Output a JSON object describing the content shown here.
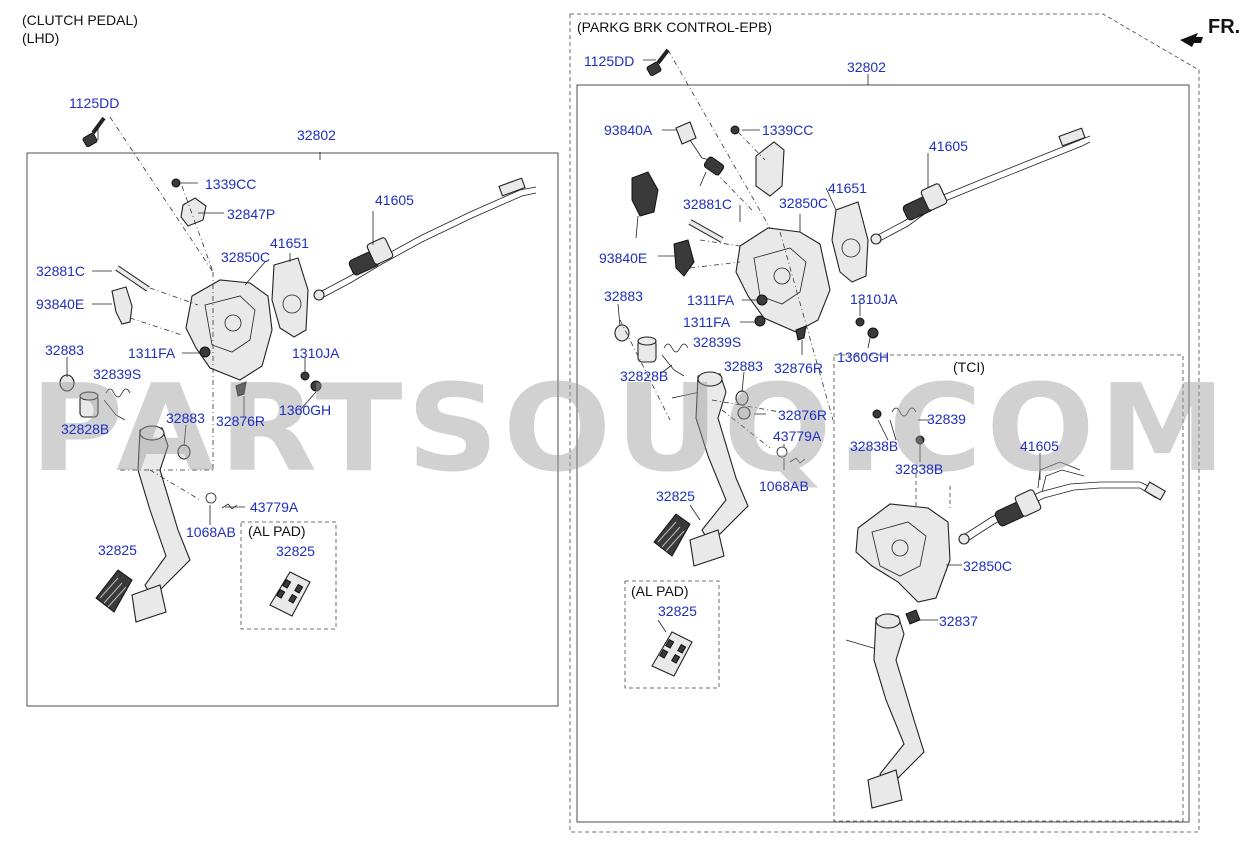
{
  "headers": {
    "clutch_pedal": "(CLUTCH PEDAL)",
    "lhd": "(LHD)",
    "parking_brake": "(PARKG BRK CONTROL-EPB)",
    "front": "FR.",
    "al_pad_left": "(AL PAD)",
    "al_pad_right": "(AL PAD)",
    "tci": "(TCI)"
  },
  "watermark": "PARTSOUQ.COM",
  "left_parts": {
    "p1125dd": "1125DD",
    "p32802": "32802",
    "p1339cc": "1339CC",
    "p32847p": "32847P",
    "p41605": "41605",
    "p41651": "41651",
    "p32850c": "32850C",
    "p32881c": "32881C",
    "p93840e": "93840E",
    "p32883a": "32883",
    "p1311fa": "1311FA",
    "p1310ja": "1310JA",
    "p32839s": "32839S",
    "p1360gh": "1360GH",
    "p32828b": "32828B",
    "p32876r": "32876R",
    "p32883b": "32883",
    "p43779a": "43779A",
    "p1068ab": "1068AB",
    "p32825a": "32825",
    "p32825b": "32825"
  },
  "right_parts": {
    "p1125dd": "1125DD",
    "p32802": "32802",
    "p93840a": "93840A",
    "p1339cc": "1339CC",
    "p41605a": "41605",
    "p41651": "41651",
    "p32881c": "32881C",
    "p32850c": "32850C",
    "p93840e": "93840E",
    "p32883a": "32883",
    "p1311fa1": "1311FA",
    "p1310ja": "1310JA",
    "p1311fa2": "1311FA",
    "p32839s": "32839S",
    "p1360gh": "1360GH",
    "p32828b": "32828B",
    "p32883b": "32883",
    "p32876r1": "32876R",
    "p32876r2": "32876R",
    "p43779a": "43779A",
    "p1068ab": "1068AB",
    "p32825a": "32825",
    "p32825b": "32825",
    "p32839": "32839",
    "p32838b1": "32838B",
    "p32838b2": "32838B",
    "p41605b": "41605",
    "p32850c_tci": "32850C",
    "p32837": "32837"
  },
  "colors": {
    "part_number": "#1f2fbf",
    "text": "#111111",
    "line": "#222222",
    "watermark": "#9a9a9a"
  }
}
